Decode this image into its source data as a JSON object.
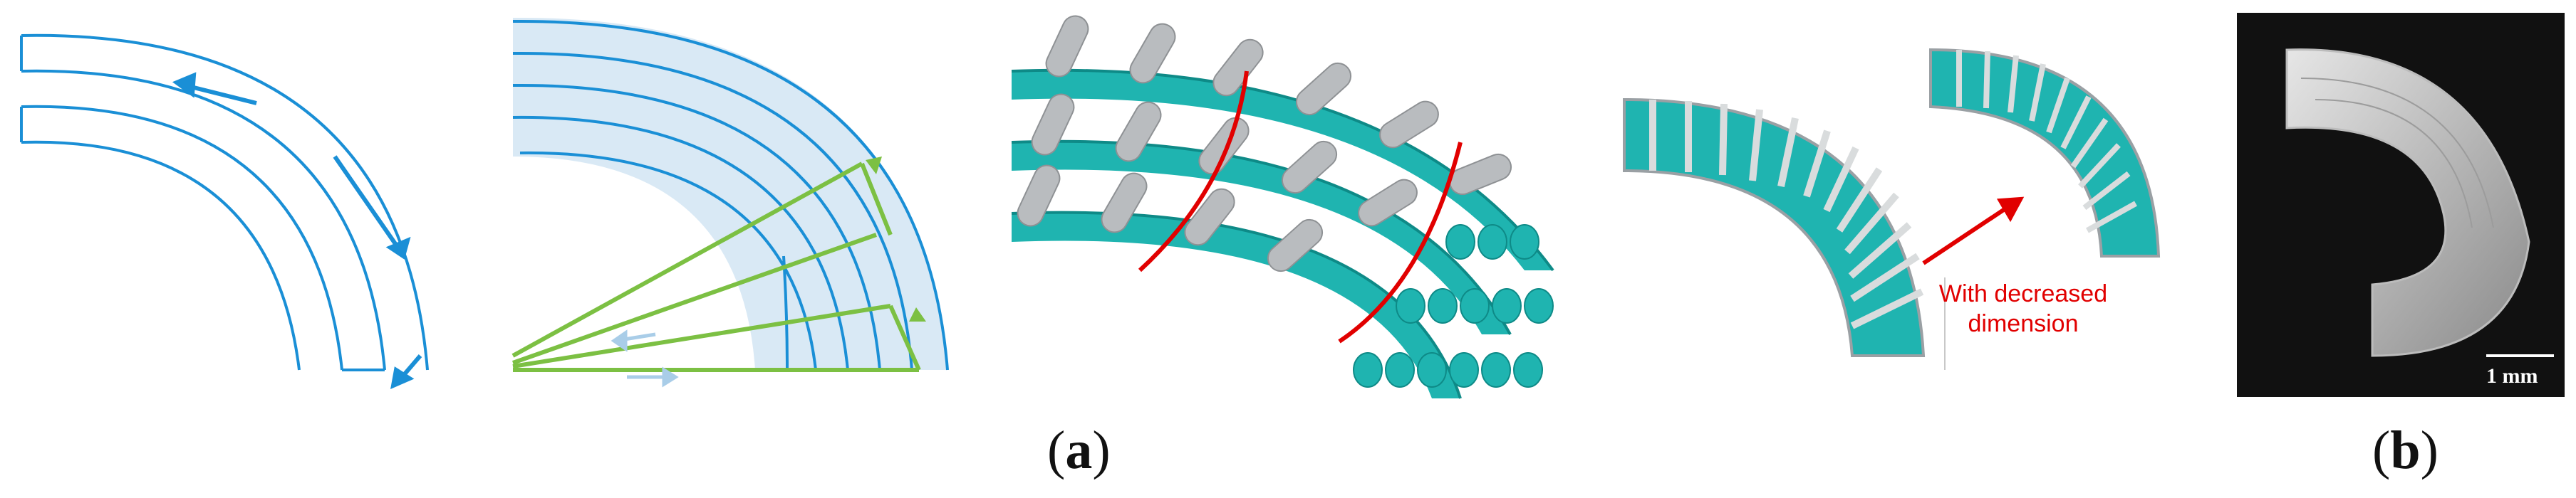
{
  "captions": {
    "a": "a",
    "b": "b"
  },
  "annotation": {
    "line1": "With decreased",
    "line2": "dimension"
  },
  "scale_bar": {
    "label": "1 mm"
  },
  "colors": {
    "toolpath_blue": "#1a8fd6",
    "infill_green": "#7cc043",
    "teal_filament": "#1fb4b0",
    "grey_filament": "#b9bcbf",
    "red_line": "#e10000"
  }
}
